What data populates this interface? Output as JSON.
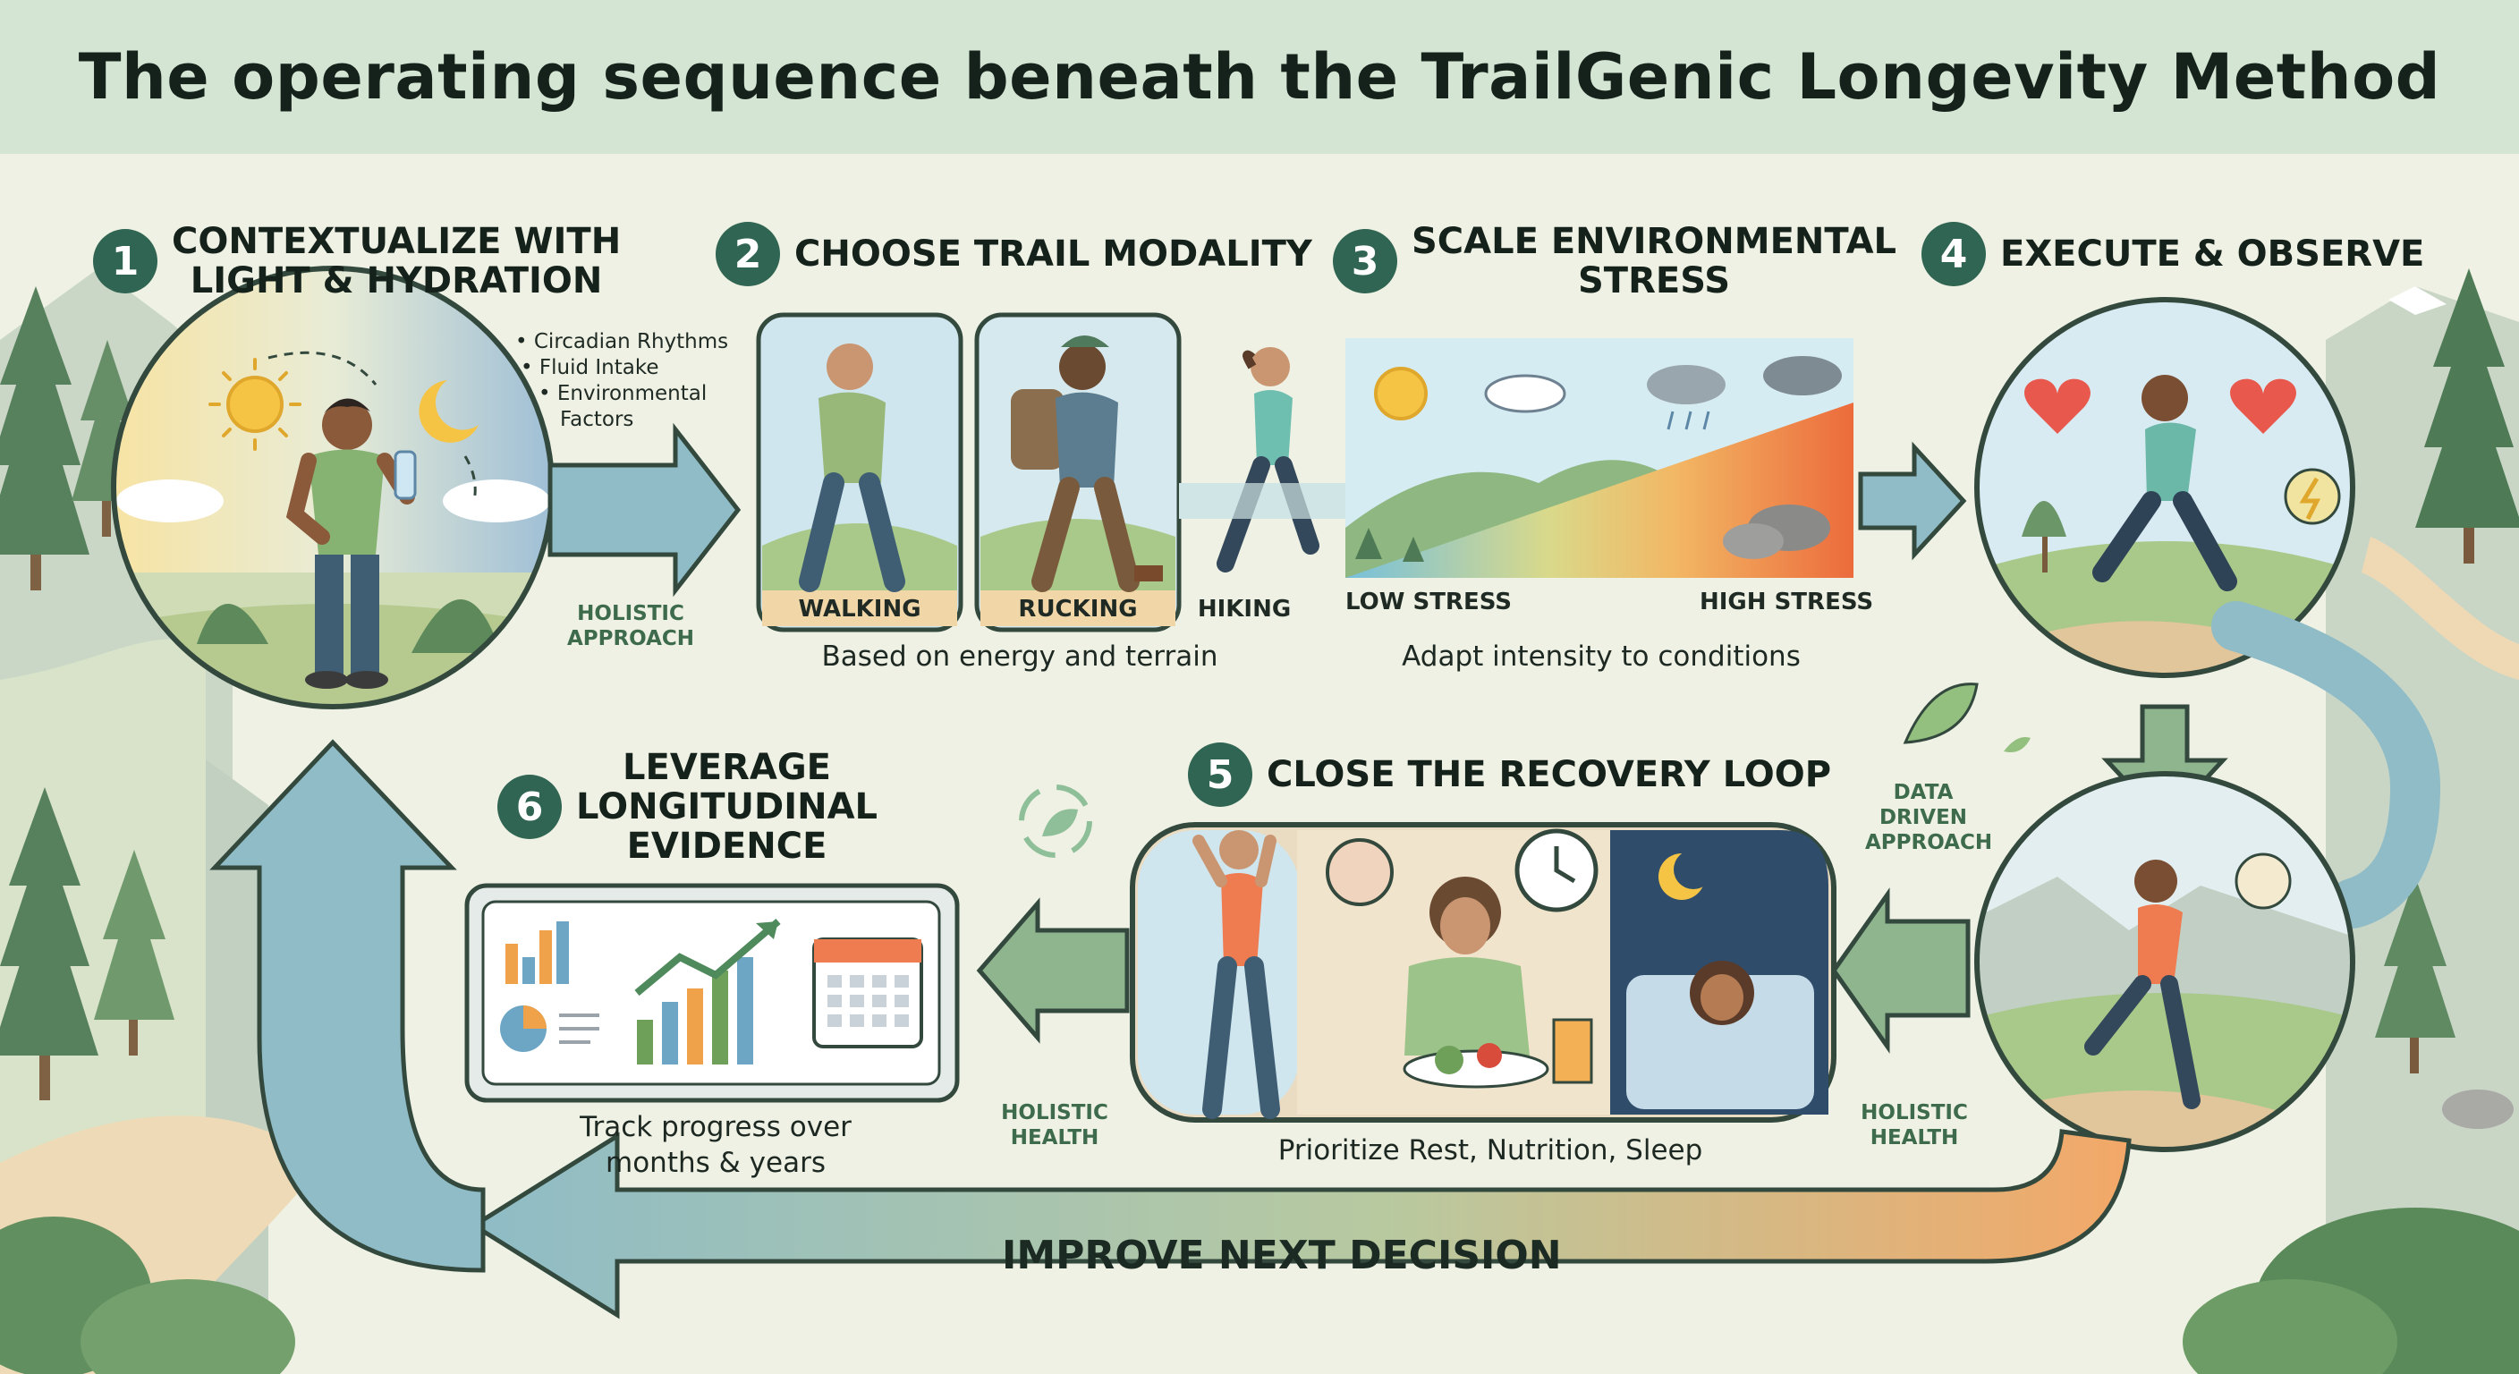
{
  "title": "The operating sequence beneath the TrailGenic Longevity Method",
  "colors": {
    "title_band": "#d4e6d3",
    "step_badge": "#2f6552",
    "arrow_teal": "#8fbcc6",
    "arrow_green": "#8fb58f",
    "arrow_orange": "#f3a868",
    "label_green": "#3d6b4c"
  },
  "steps": [
    {
      "number": "1",
      "title_line1": "CONTEXTUALIZE WITH",
      "title_line2": "LIGHT & HYDRATION",
      "bullets": [
        "• Circadian Rhythms",
        "• Fluid Intake",
        "• Environmental",
        "Factors"
      ],
      "side_label_line1": "HOLISTIC",
      "side_label_line2": "APPROACH"
    },
    {
      "number": "2",
      "title": "CHOOSE TRAIL MODALITY",
      "modalities": [
        "WALKING",
        "RUCKING",
        "HIKING"
      ],
      "caption": "Based on energy and terrain"
    },
    {
      "number": "3",
      "title_line1": "SCALE ENVIRONMENTAL",
      "title_line2": "STRESS",
      "low_label": "LOW STRESS",
      "high_label": "HIGH STRESS",
      "caption": "Adapt intensity to conditions"
    },
    {
      "number": "4",
      "title": "EXECUTE & OBSERVE",
      "side_label_line1": "DATA",
      "side_label_line2": "DRIVEN",
      "side_label_line3": "APPROACH"
    },
    {
      "number": "5",
      "title": "CLOSE THE RECOVERY LOOP",
      "caption": "Prioritize Rest, Nutrition, Sleep",
      "side_label_line1": "HOLISTIC",
      "side_label_line2": "HEALTH"
    },
    {
      "number": "6",
      "title_line1": "LEVERAGE",
      "title_line2": "LONGITUDINAL",
      "title_line3": "EVIDENCE",
      "caption_line1": "Track progress over",
      "caption_line2": "months & years"
    }
  ],
  "right_side_label_line1": "HOLISTIC",
  "right_side_label_line2": "HEALTH",
  "loop_label": "IMPROVE NEXT DECISION"
}
